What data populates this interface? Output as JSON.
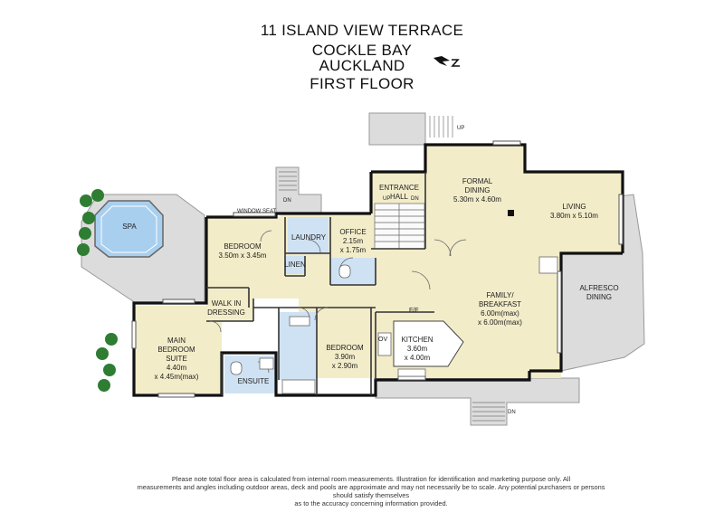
{
  "header": {
    "line1": "11 ISLAND VIEW TERRACE",
    "line2": "COCKLE BAY",
    "line3": "AUCKLAND",
    "line4": "FIRST FLOOR"
  },
  "compass_icon": "north-arrow-icon",
  "colors": {
    "room_fill": "#f2ecc9",
    "wet_fill": "#cfe2f3",
    "deck_fill": "#dcdcdc",
    "spa_fill": "#a9cfee",
    "wall": "#111111",
    "tree": "#2e7d32"
  },
  "rooms": {
    "spa": {
      "name": "SPA"
    },
    "window_seat": {
      "name": "WINDOW SEAT"
    },
    "bedroom1": {
      "name": "BEDROOM",
      "size": "3.50m x 3.45m"
    },
    "laundry": {
      "name": "LAUNDRY"
    },
    "linen": {
      "name": "LINEN"
    },
    "office": {
      "name": "OFFICE",
      "size1": "2.15m",
      "size2": "x 1.75m"
    },
    "entrance": {
      "name1": "ENTRANCE",
      "name2": "HALL"
    },
    "formal_dining": {
      "name1": "FORMAL",
      "name2": "DINING",
      "size": "5.30m x 4.60m"
    },
    "living": {
      "name": "LIVING",
      "size": "3.80m x 5.10m"
    },
    "walk_in": {
      "name1": "WALK IN",
      "name2": "DRESSING"
    },
    "main_bedroom": {
      "name1": "MAIN",
      "name2": "BEDROOM",
      "name3": "SUITE",
      "size1": "4.40m",
      "size2": "x 4.45m(max)"
    },
    "ensuite": {
      "name": "ENSUITE"
    },
    "bedroom2": {
      "name": "BEDROOM",
      "size1": "3.90m",
      "size2": "x 2.90m"
    },
    "family": {
      "name1": "FAMILY/",
      "name2": "BREAKFAST",
      "size1": "6.00m(max)",
      "size2": "x 6.00m(max)"
    },
    "kitchen": {
      "name": "KITCHEN",
      "size": "3.60m",
      "size2": "x 4.00m"
    },
    "alfresco": {
      "name1": "ALFRESCO",
      "name2": "DINING"
    }
  },
  "markers": {
    "up_top": "UP",
    "dn_deck": "DN",
    "entrance_up": "UP",
    "entrance_dn": "DN",
    "ff": "F/F",
    "ov": "OV",
    "dn_bottom": "DN"
  },
  "disclaimer": {
    "line1": "Please note total floor area is calculated from internal room measurements. Illustration for identification and marketing purpose only. All",
    "line2": "measurements and angles including outdoor areas, deck and pools are approximate and may not necessarily be to scale. Any potential purchasers or persons should satisfy themselves",
    "line3": "as to the accuracy concerning information provided."
  }
}
